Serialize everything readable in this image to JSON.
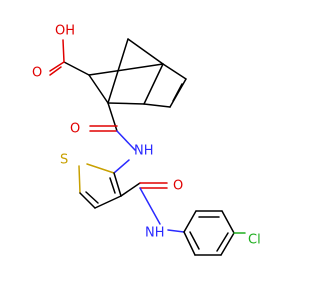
{
  "molecule": {
    "atoms": {
      "hydroxyl": {
        "label": "OH",
        "color": "#e00000"
      },
      "acid_oxygen": {
        "label": "O",
        "color": "#e00000"
      },
      "amide_oxygen_1": {
        "label": "O",
        "color": "#e00000"
      },
      "amide_nitrogen_1": {
        "label": "NH",
        "color": "#2a2aff"
      },
      "sulfur": {
        "label": "S",
        "color": "#c8a000"
      },
      "amide_oxygen_2": {
        "label": "O",
        "color": "#e00000"
      },
      "amide_nitrogen_2": {
        "label": "NH",
        "color": "#2a2aff"
      },
      "chlorine": {
        "label": "Cl",
        "color": "#1fae1f"
      }
    }
  }
}
